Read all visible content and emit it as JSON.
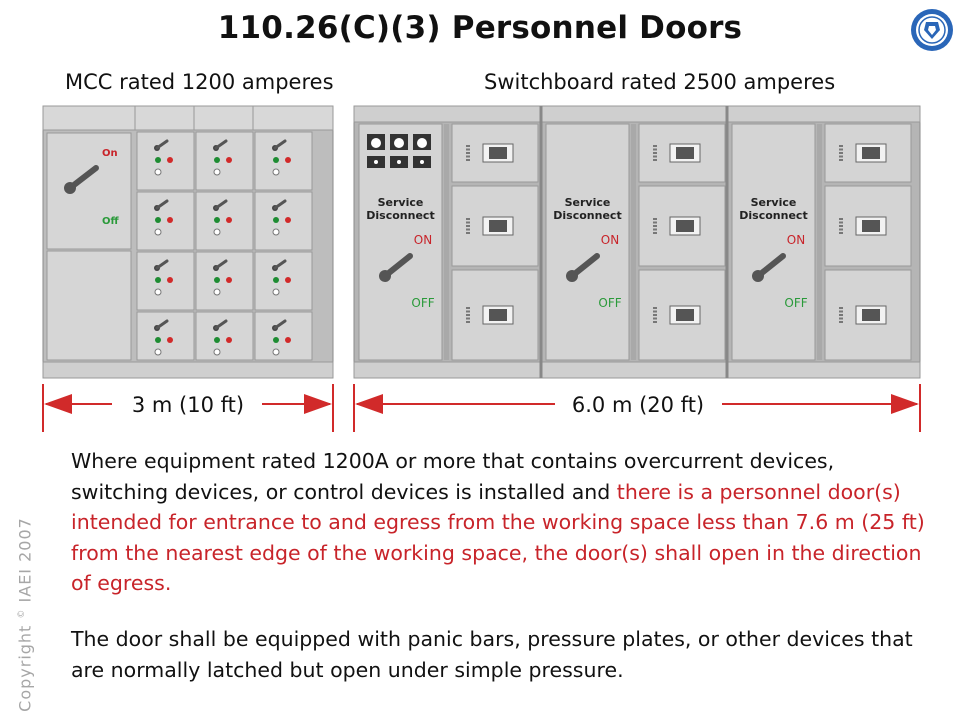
{
  "title": "110.26(C)(3) Personnel Doors",
  "mcc": {
    "label": "MCC rated 1200 amperes",
    "on_label": "On",
    "off_label": "Off",
    "width_label": "3 m (10 ft)"
  },
  "switchboard": {
    "label": "Switchboard rated 2500 amperes",
    "disconnect_line1": "Service",
    "disconnect_line2": "Disconnect",
    "on_label": "ON",
    "off_label": "OFF",
    "width_label": "6.0 m (20 ft)"
  },
  "paragraph1": {
    "plain": "Where equipment rated 1200A or more that contains overcurrent devices, switching devices, or control devices is installed and ",
    "highlight": "there is a personnel door(s) intended for entrance to and egress from the working space less than 7.6 m (25 ft) from the nearest edge of the working space, the door(s) shall open in the direction of egress."
  },
  "paragraph2": "The door shall be equipped with panic bars, pressure plates, or other devices that are normally latched but open under simple pressure.",
  "copyright": {
    "prefix": "Copyright",
    "symbol": "©",
    "holder": "IAEI 2007"
  },
  "colors": {
    "highlight_red": "#c8242a",
    "panel_gray": "#d4d4d4",
    "frame_gray": "#9c9c9c",
    "arrow_red": "#d12a2a",
    "logo_blue": "#2a66b8"
  }
}
